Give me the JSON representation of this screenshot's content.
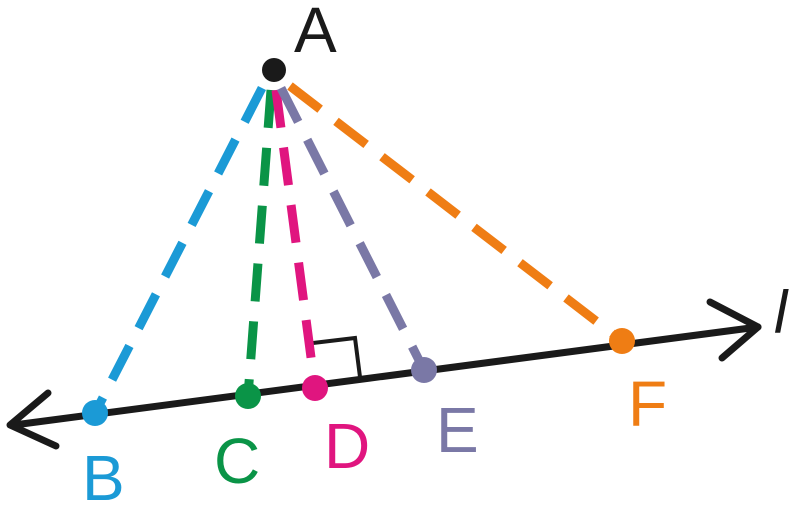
{
  "diagram": {
    "apex": {
      "label": "A",
      "color": "#1a1a1a"
    },
    "line": {
      "label": "l",
      "color": "#1a1a1a"
    },
    "points": [
      {
        "key": "B",
        "label": "B",
        "color": "#1b9ad6"
      },
      {
        "key": "C",
        "label": "C",
        "color": "#0a9447"
      },
      {
        "key": "D",
        "label": "D",
        "color": "#e0157f"
      },
      {
        "key": "E",
        "label": "E",
        "color": "#7a78a6"
      },
      {
        "key": "F",
        "label": "F",
        "color": "#ef7d14"
      }
    ],
    "perpendicular_foot": "D",
    "right_angle_marker": true
  }
}
